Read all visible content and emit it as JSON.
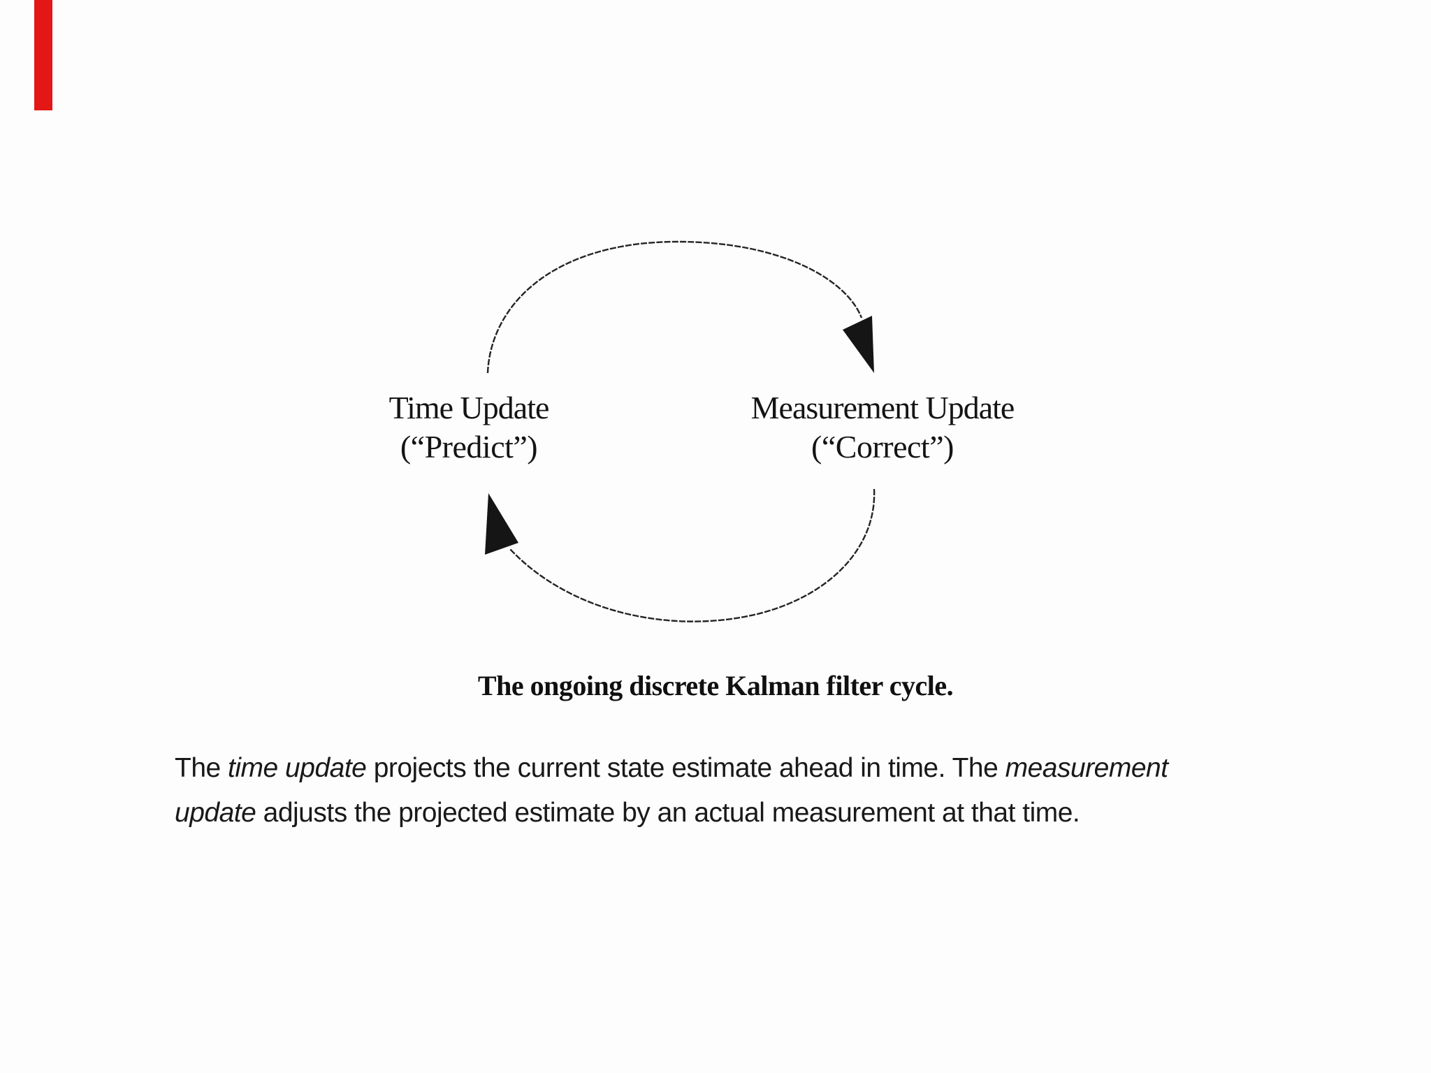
{
  "figure": {
    "nodes": [
      {
        "title": "Time Update",
        "subtitle": "(“Predict”)"
      },
      {
        "title": "Measurement Update",
        "subtitle": "(“Correct”)"
      }
    ],
    "caption": "The ongoing discrete Kalman filter cycle."
  },
  "paragraph": {
    "lines": [
      [
        {
          "t": "The ",
          "i": false
        },
        {
          "t": "time update",
          "i": true
        },
        {
          "t": " projects the current state estimate ahead in time. The ",
          "i": false
        },
        {
          "t": "measurement",
          "i": true
        }
      ],
      [
        {
          "t": "update",
          "i": true
        },
        {
          "t": " adjusts the projected estimate by an actual measurement at that time.",
          "i": false
        }
      ]
    ]
  },
  "colors": {
    "accent_mark": "#e41717",
    "diagram_line": "#242424",
    "text": "#161616"
  }
}
